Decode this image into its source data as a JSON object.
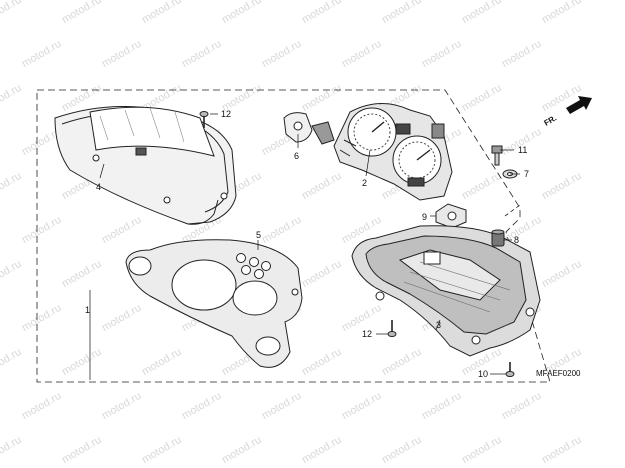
{
  "watermark": "motod.ru",
  "diagram": {
    "code": "MFAEF0200",
    "direction_label": "FR.",
    "callouts": [
      "1",
      "2",
      "3",
      "4",
      "5",
      "6",
      "7",
      "8",
      "9",
      "10",
      "11",
      "12",
      "12"
    ]
  }
}
